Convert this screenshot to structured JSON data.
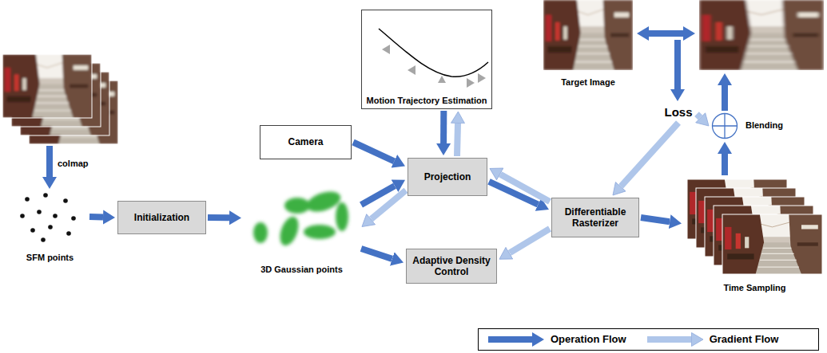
{
  "diagram": {
    "nodes": [
      {
        "text": [
          "SFM points"
        ]
      },
      {
        "text": [
          "Initialization"
        ]
      },
      {
        "text": [
          "3D Gaussian points"
        ]
      },
      {
        "text": [
          "Camera"
        ]
      },
      {
        "text": [
          "Motion Trajectory Estimation"
        ]
      },
      {
        "text": [
          "Projection"
        ]
      },
      {
        "text": [
          "Adaptive Density Control"
        ]
      },
      {
        "text": [
          "Differentiable Rasterizer"
        ]
      },
      {
        "text": [
          "Target Image"
        ]
      },
      {
        "text": [
          "Loss"
        ]
      },
      {
        "text": [
          "Blending"
        ]
      },
      {
        "text": [
          "Time Sampling"
        ]
      }
    ],
    "edges": [
      {
        "from": 0,
        "to": 1,
        "arrow": "to"
      },
      {
        "from": 1,
        "to": 2,
        "arrow": "to"
      },
      {
        "from": 3,
        "to": 5,
        "arrow": "to"
      },
      {
        "from": 2,
        "to": 5,
        "arrow": "to"
      },
      {
        "from": 5,
        "to": 2,
        "arrow": "to"
      },
      {
        "from": 2,
        "to": 6,
        "arrow": "to"
      },
      {
        "from": 4,
        "to": 5,
        "arrow": "to"
      },
      {
        "from": 5,
        "to": 4,
        "arrow": "to"
      },
      {
        "from": 5,
        "to": 7,
        "arrow": "to"
      },
      {
        "from": 7,
        "to": 5,
        "arrow": "to"
      },
      {
        "from": 7,
        "to": 6,
        "arrow": "to"
      },
      {
        "from": 7,
        "to": 11,
        "arrow": "to"
      },
      {
        "from": 11,
        "to": 10,
        "arrow": "to"
      },
      {
        "from": 9,
        "to": 10,
        "arrow": "to"
      },
      {
        "from": 9,
        "to": 7,
        "arrow": "to"
      }
    ],
    "labels": [
      "colmap"
    ],
    "legend": [
      {
        "text": "Operation Flow"
      },
      {
        "text": "Gradient Flow"
      }
    ]
  }
}
